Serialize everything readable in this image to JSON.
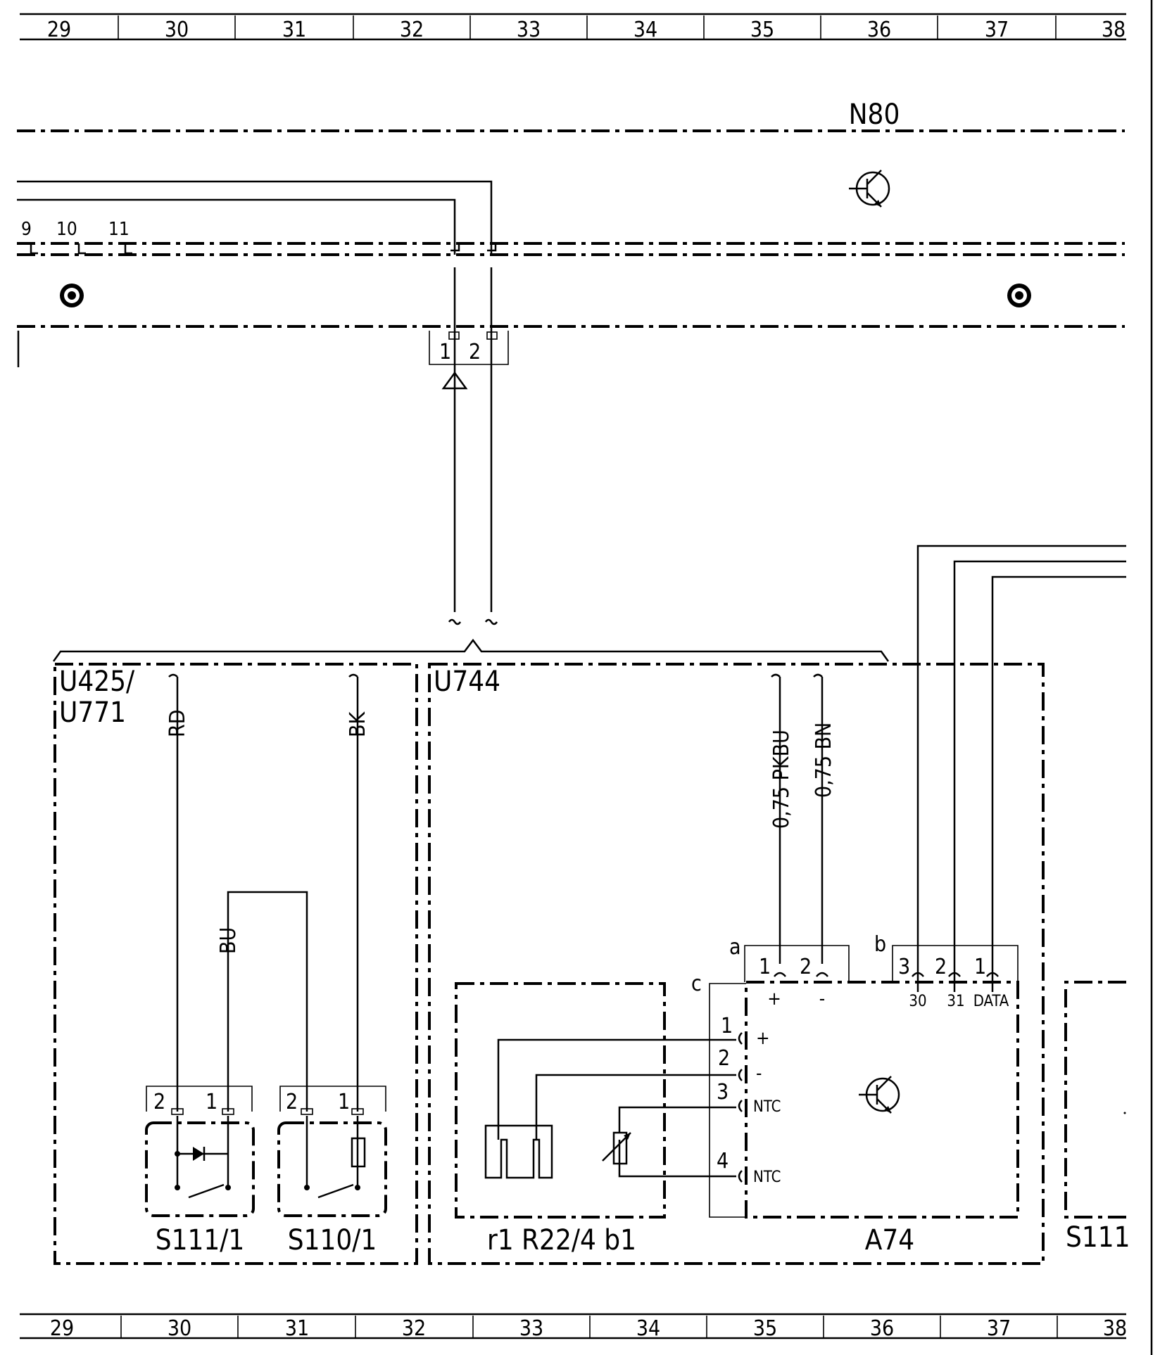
{
  "grid_columns": [
    "29",
    "30",
    "31",
    "32",
    "33",
    "34",
    "35",
    "36",
    "37",
    "38"
  ],
  "labels": {
    "n80": "N80",
    "u425": "U425/",
    "u771": "U771",
    "u744": "U744",
    "s111_1": "S111/1",
    "s110_1": "S110/1",
    "r1r22": "r1 R22/4 b1",
    "a74": "A74",
    "s111": "S111"
  },
  "wires": {
    "rd": "RD",
    "bk": "BK",
    "bu": "BU",
    "pkbu": "0,75 PKBU",
    "bn": "0,75 BN"
  },
  "connector_numbers": {
    "c9": "9",
    "c10": "10",
    "c11": "11",
    "p1": "1",
    "p2": "2",
    "p3": "3",
    "p4": "4"
  },
  "connector_letters": {
    "a": "a",
    "b": "b",
    "c": "c"
  },
  "pin_signals": {
    "plus": "+",
    "minus": "-",
    "ntc": "NTC",
    "t30": "30",
    "t31": "31",
    "data": "DATA"
  },
  "icons": [
    "transistor-icon",
    "coil-icon",
    "diode-icon",
    "resistor-icon",
    "heater-element-icon",
    "variable-resistor-icon",
    "switch-icon"
  ]
}
